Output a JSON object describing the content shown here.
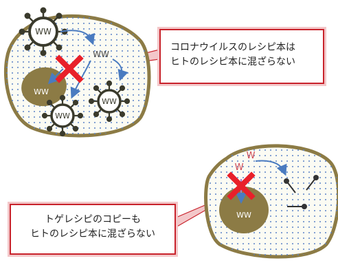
{
  "callouts": {
    "virus_recipe": {
      "line1": "コロナウイルスのレシピ本は",
      "line2": "ヒトのレシピ本に混ざらない"
    },
    "spike_recipe": {
      "line1": "トゲレシピのコピーも",
      "line2": "ヒトのレシピ本に混ざらない"
    }
  },
  "labels": {
    "rna": "WW",
    "spike_rna": "W"
  },
  "icons": {
    "virus": "virus-icon",
    "blocked": "red-x-icon",
    "spike_protein": "spike-protein-icon"
  },
  "colors": {
    "cell_membrane": "#8c7b45",
    "cell_fill": "#fbfbf3",
    "cytoplasm_dots": "#5a82c8",
    "nucleus": "#8c7b45",
    "virus": "#3a3a2c",
    "arrow": "#4a7bc0",
    "cross": "#e8202a",
    "callout_border": "#c8222b",
    "spike_rna": "#d04a55"
  }
}
